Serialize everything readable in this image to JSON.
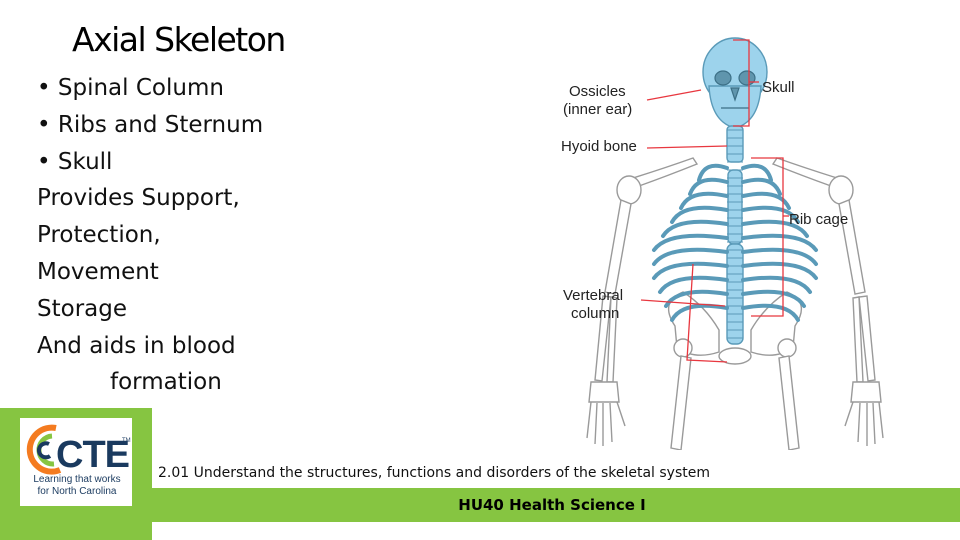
{
  "slide": {
    "title": "Axial Skeleton",
    "bullets": [
      "• Spinal Column",
      "• Ribs and Sternum",
      "• Skull",
      "Provides Support,",
      "Protection,",
      "Movement",
      "Storage",
      "And aids in blood",
      "formation"
    ]
  },
  "figure": {
    "labels": {
      "ossicles_line1": "Ossicles",
      "ossicles_line2": "(inner ear)",
      "hyoid": "Hyoid bone",
      "skull": "Skull",
      "rib_cage": "Rib cage",
      "vertebral_line1": "Vertebral",
      "vertebral_line2": "column"
    },
    "colors": {
      "axial": "#9dd3ec",
      "appendicular": "#ffffff",
      "leader_lines": "#e8373f"
    }
  },
  "logo": {
    "wordmark": "CTE",
    "tagline_line1": "Learning that works",
    "tagline_line2": "for North Carolina",
    "trademark": "TM",
    "colors": {
      "green": "#86c541",
      "navy": "#1a3a5f",
      "orange": "#f47b20"
    }
  },
  "footer": {
    "standard": "2.01 Understand the structures, functions and disorders of the skeletal system",
    "course": "HU40 Health Science I"
  }
}
